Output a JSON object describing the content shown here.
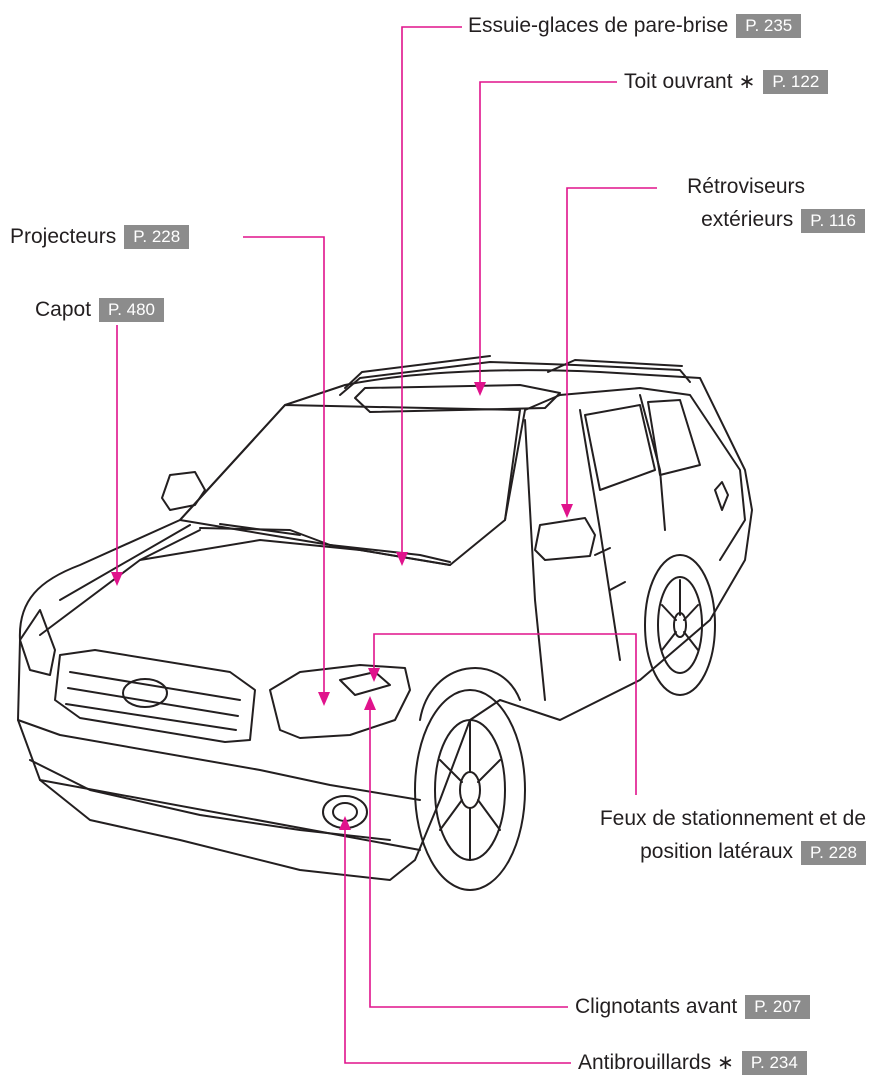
{
  "callouts": {
    "wipers": {
      "text": "Essuie-glaces de pare-brise",
      "page": "P. 235"
    },
    "sunroof": {
      "text": "Toit ouvrant",
      "star": "∗",
      "page": "P. 122"
    },
    "mirrors": {
      "line1": "Rétroviseurs",
      "line2": "extérieurs",
      "page": "P. 116"
    },
    "headlights": {
      "text": "Projecteurs",
      "page": "P. 228"
    },
    "hood": {
      "text": "Capot",
      "page": "P. 480"
    },
    "parking": {
      "line1": "Feux de stationnement et de",
      "line2": "position latéraux",
      "page": "P. 228"
    },
    "turn": {
      "text": "Clignotants avant",
      "page": "P. 207"
    },
    "fog": {
      "text": "Antibrouillards",
      "star": "∗",
      "page": "P. 234"
    }
  },
  "colors": {
    "leader": "#e0138c",
    "badge": "#8c8c8c",
    "linework": "#231f20"
  }
}
